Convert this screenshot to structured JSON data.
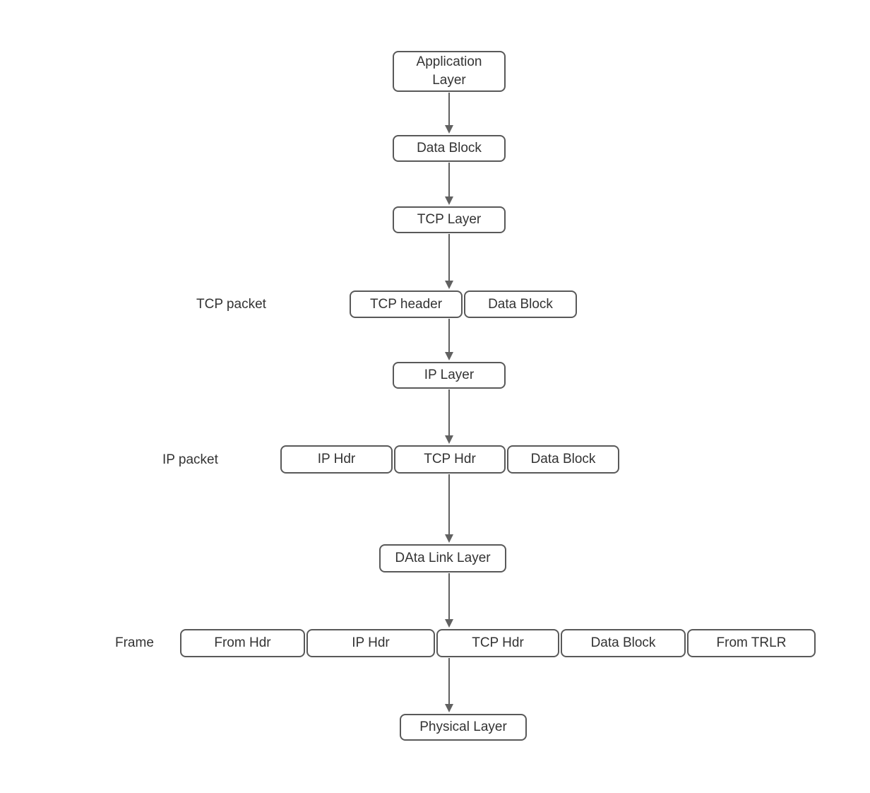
{
  "colors": {
    "background": "#ffffff",
    "box_border": "#595959",
    "box_fill": "#ffffff",
    "text": "#333333",
    "arrow": "#616161"
  },
  "nodes": {
    "application_layer": "Application Layer",
    "data_block_top": "Data Block",
    "tcp_layer": "TCP Layer",
    "tcp_header": "TCP header",
    "tcp_packet_data_block": "Data Block",
    "ip_layer": "IP Layer",
    "ip_packet_ip_hdr": "IP Hdr",
    "ip_packet_tcp_hdr": "TCP Hdr",
    "ip_packet_data_block": "Data Block",
    "data_link_layer": "DAta Link Layer",
    "frame_from_hdr": "From Hdr",
    "frame_ip_hdr": "IP Hdr",
    "frame_tcp_hdr": "TCP Hdr",
    "frame_data_block": "Data Block",
    "frame_from_trlr": "From TRLR",
    "physical_layer": "Physical Layer"
  },
  "row_labels": {
    "tcp_packet": "TCP packet",
    "ip_packet": "IP packet",
    "frame": "Frame"
  }
}
